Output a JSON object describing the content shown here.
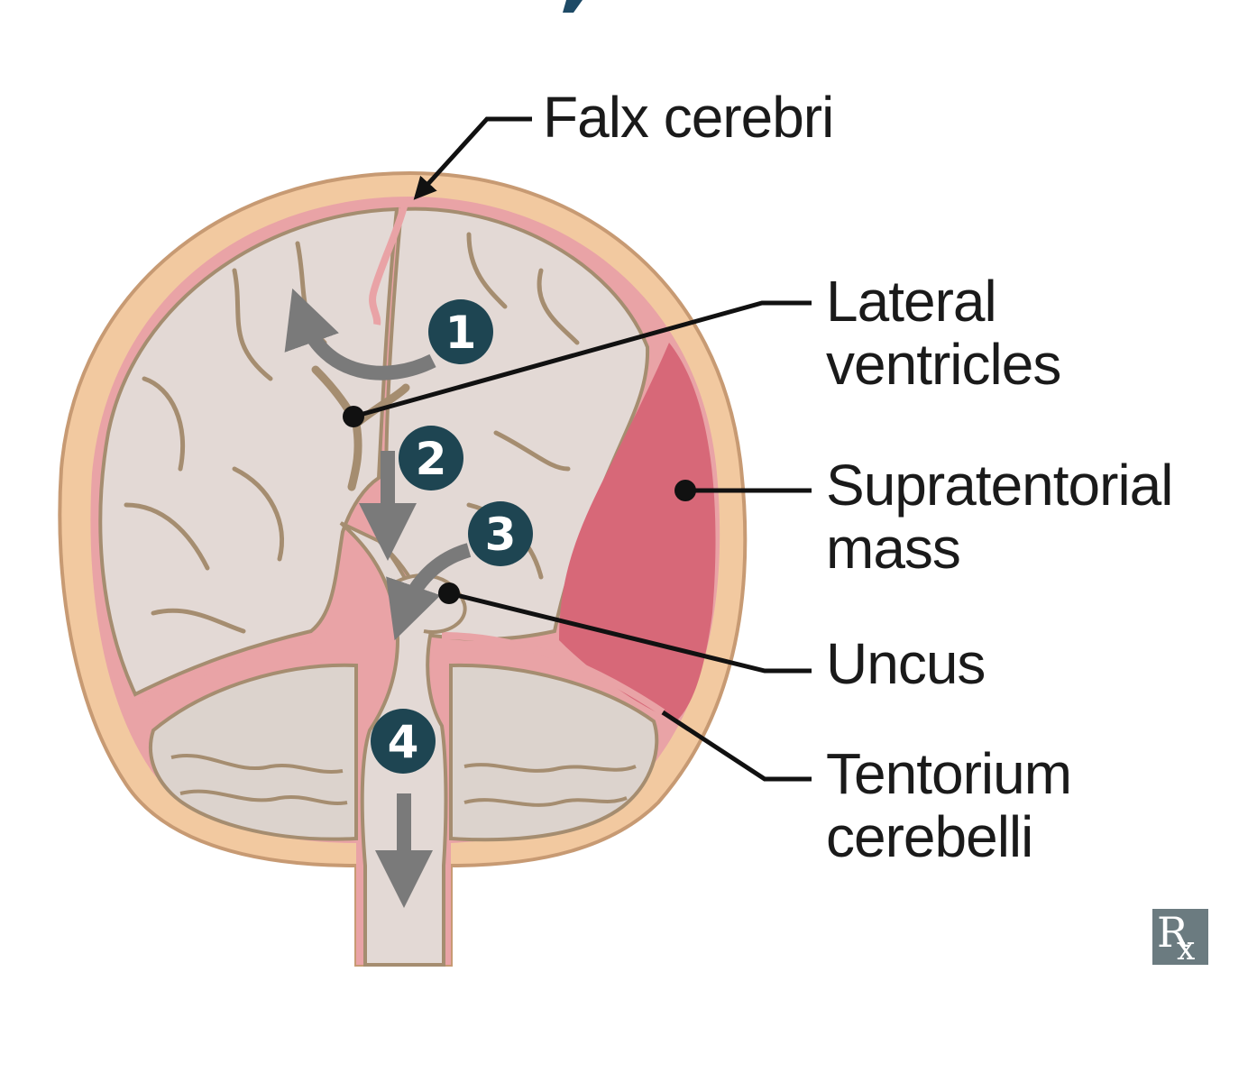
{
  "labels": {
    "falx_cerebri": "Falx cerebri",
    "lateral_ventricles_line1": "Lateral",
    "lateral_ventricles_line2": "ventricles",
    "supratentorial_mass_line1": "Supratentorial",
    "supratentorial_mass_line2": "mass",
    "uncus": "Uncus",
    "tentorium_cerebelli_line1": "Tentorium",
    "tentorium_cerebelli_line2": "cerebelli"
  },
  "herniation_steps": [
    "1",
    "2",
    "3",
    "4"
  ],
  "badge": {
    "rx_r": "R",
    "rx_x": "x"
  },
  "colors": {
    "skull": "#f2c9a0",
    "skull_outline": "#c79a73",
    "meninges": "#e9a3a6",
    "brain": "#e3d9d5",
    "sulci": "#a58d70",
    "mass": "#d76878",
    "step_badge": "#1e4552",
    "arrow": "#7a7a7a",
    "leader": "#111111",
    "rx_badge": "#6b7b80",
    "top_accent": "#1e4a66"
  }
}
